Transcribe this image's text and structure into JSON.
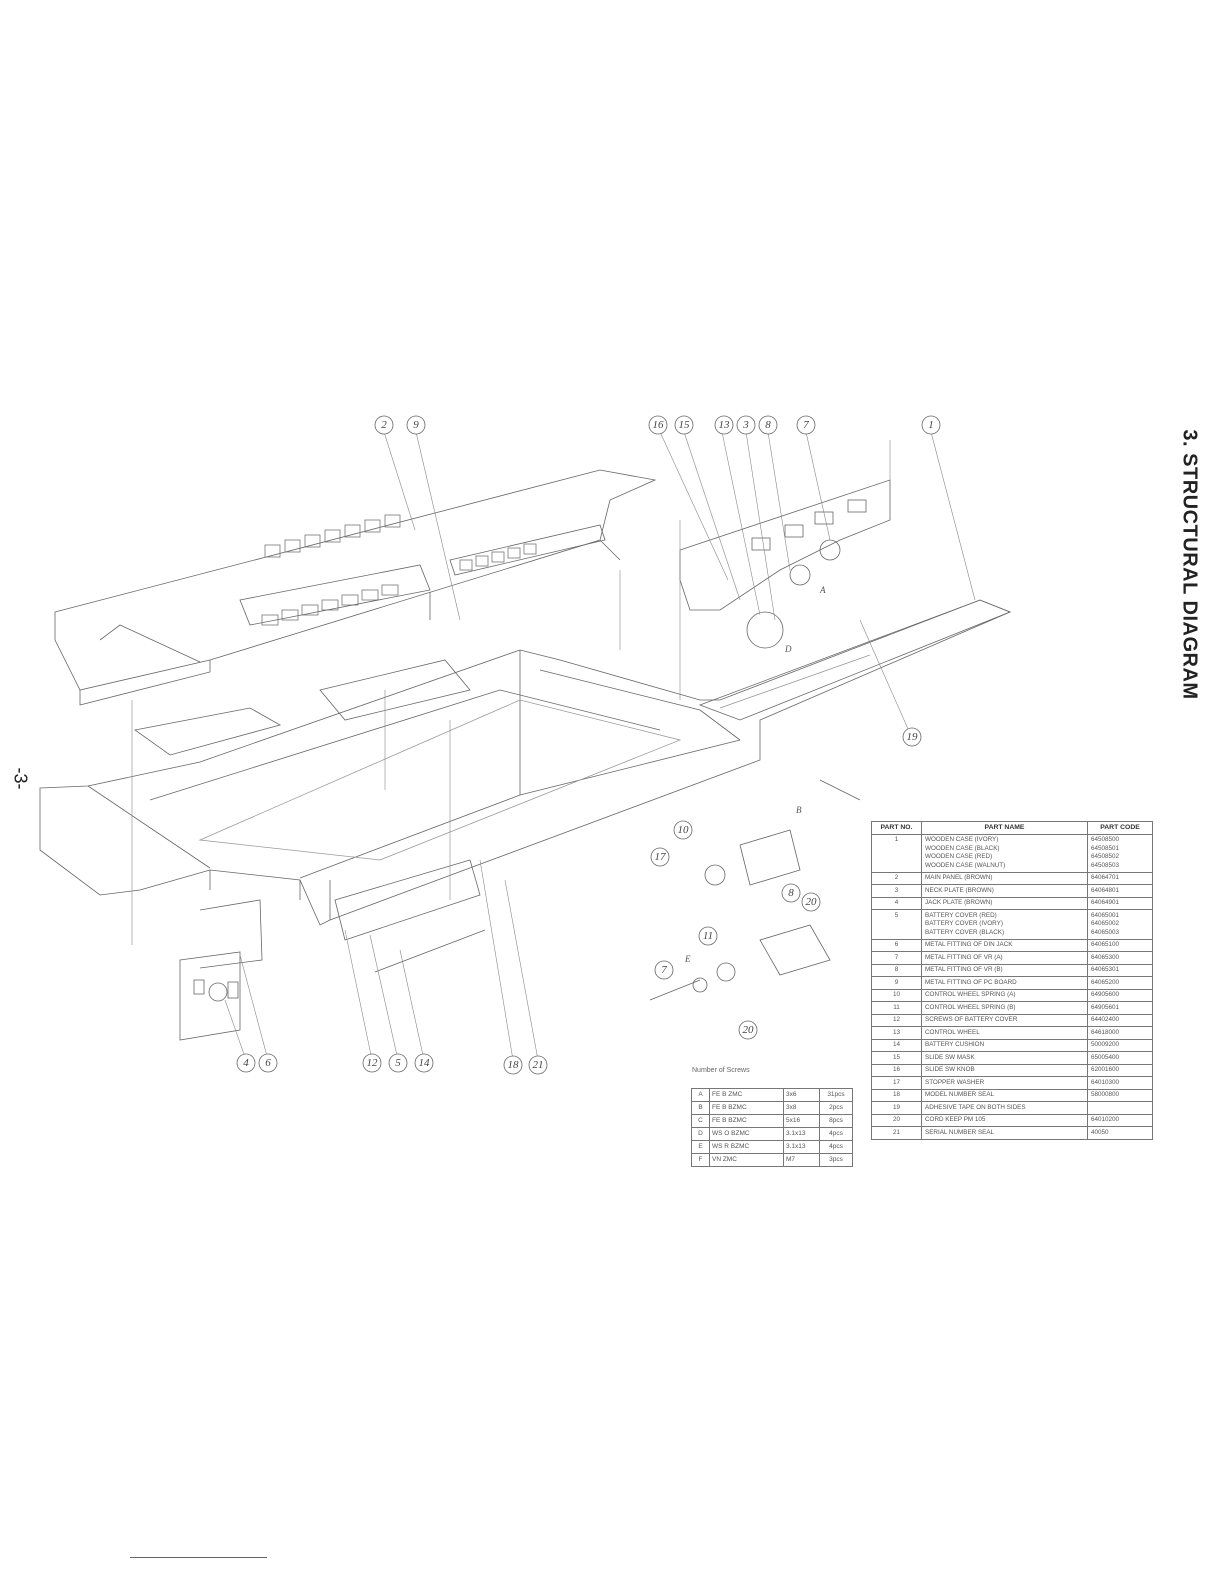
{
  "section_title": "3. STRUCTURAL DIAGRAM",
  "page_number": "-3-",
  "callouts": [
    {
      "label": "2"
    },
    {
      "label": "9"
    },
    {
      "label": "16"
    },
    {
      "label": "15"
    },
    {
      "label": "13"
    },
    {
      "label": "3"
    },
    {
      "label": "8"
    },
    {
      "label": "7"
    },
    {
      "label": "1"
    },
    {
      "label": "19"
    },
    {
      "label": "4"
    },
    {
      "label": "6"
    },
    {
      "label": "12"
    },
    {
      "label": "5"
    },
    {
      "label": "14"
    },
    {
      "label": "18"
    },
    {
      "label": "21"
    },
    {
      "label": "10"
    },
    {
      "label": "17"
    },
    {
      "label": "8"
    },
    {
      "label": "20"
    },
    {
      "label": "11"
    },
    {
      "label": "7"
    },
    {
      "label": "20"
    }
  ],
  "diagram_letters": [
    "A",
    "B",
    "E",
    "D"
  ],
  "parts_table": {
    "headers": [
      "PART NO.",
      "PART NAME",
      "PART CODE"
    ],
    "rows": [
      {
        "no": "1",
        "names": [
          "WOODEN CASE (IVORY)",
          "WOODEN CASE (BLACK)",
          "WOODEN CASE (RED)",
          "WOODEN CASE (WALNUT)"
        ],
        "codes": [
          "64508500",
          "64508501",
          "64508502",
          "64508503"
        ]
      },
      {
        "no": "2",
        "names": [
          "MAIN PANEL (BROWN)"
        ],
        "codes": [
          "64064701"
        ]
      },
      {
        "no": "3",
        "names": [
          "NECK PLATE (BROWN)"
        ],
        "codes": [
          "64064801"
        ]
      },
      {
        "no": "4",
        "names": [
          "JACK PLATE (BROWN)"
        ],
        "codes": [
          "64064901"
        ]
      },
      {
        "no": "5",
        "names": [
          "BATTERY COVER (RED)",
          "BATTERY COVER (IVORY)",
          "BATTERY COVER (BLACK)"
        ],
        "codes": [
          "64065001",
          "64065002",
          "64065003"
        ]
      },
      {
        "no": "6",
        "names": [
          "METAL FITTING OF DIN JACK"
        ],
        "codes": [
          "64065100"
        ]
      },
      {
        "no": "7",
        "names": [
          "METAL FITTING OF VR (A)"
        ],
        "codes": [
          "64065300"
        ]
      },
      {
        "no": "8",
        "names": [
          "METAL FITTING OF VR (B)"
        ],
        "codes": [
          "64065301"
        ]
      },
      {
        "no": "9",
        "names": [
          "METAL FITTING OF PC BOARD"
        ],
        "codes": [
          "64065200"
        ]
      },
      {
        "no": "10",
        "names": [
          "CONTROL WHEEL SPRING (A)"
        ],
        "codes": [
          "64905600"
        ]
      },
      {
        "no": "11",
        "names": [
          "CONTROL WHEEL SPRING (B)"
        ],
        "codes": [
          "64905601"
        ]
      },
      {
        "no": "12",
        "names": [
          "SCREWS OF BATTERY COVER"
        ],
        "codes": [
          "64402400"
        ]
      },
      {
        "no": "13",
        "names": [
          "CONTROL WHEEL"
        ],
        "codes": [
          "64618000"
        ]
      },
      {
        "no": "14",
        "names": [
          "BATTERY CUSHION"
        ],
        "codes": [
          "50009200"
        ]
      },
      {
        "no": "15",
        "names": [
          "SLIDE SW MASK"
        ],
        "codes": [
          "65005400"
        ]
      },
      {
        "no": "16",
        "names": [
          "SLIDE SW KNOB"
        ],
        "codes": [
          "62001600"
        ]
      },
      {
        "no": "17",
        "names": [
          "STOPPER WASHER"
        ],
        "codes": [
          "64010300"
        ]
      },
      {
        "no": "18",
        "names": [
          "MODEL NUMBER SEAL"
        ],
        "codes": [
          "58000800"
        ]
      },
      {
        "no": "19",
        "names": [
          "ADHESIVE TAPE ON BOTH SIDES"
        ],
        "codes": [
          ""
        ]
      },
      {
        "no": "20",
        "names": [
          "CORD KEEP PM 105"
        ],
        "codes": [
          "64010200"
        ]
      },
      {
        "no": "21",
        "names": [
          "SERIAL NUMBER SEAL"
        ],
        "codes": [
          "40050"
        ]
      }
    ]
  },
  "screws": {
    "label": "Number of Screws",
    "rows": [
      {
        "letter": "A",
        "spec": "FE  B  ZMC",
        "size": "3x6",
        "qty": "31pcs"
      },
      {
        "letter": "B",
        "spec": "FE  B  BZMC",
        "size": "3x8",
        "qty": "2pcs"
      },
      {
        "letter": "C",
        "spec": "FE  B  BZMC",
        "size": "5x16",
        "qty": "8pcs"
      },
      {
        "letter": "D",
        "spec": "WS  O  BZMC",
        "size": "3.1x13",
        "qty": "4pcs"
      },
      {
        "letter": "E",
        "spec": "WS  R  BZMC",
        "size": "3.1x13",
        "qty": "4pcs"
      },
      {
        "letter": "F",
        "spec": "VN  ZMC",
        "size": "M7",
        "qty": "3pcs"
      }
    ]
  }
}
